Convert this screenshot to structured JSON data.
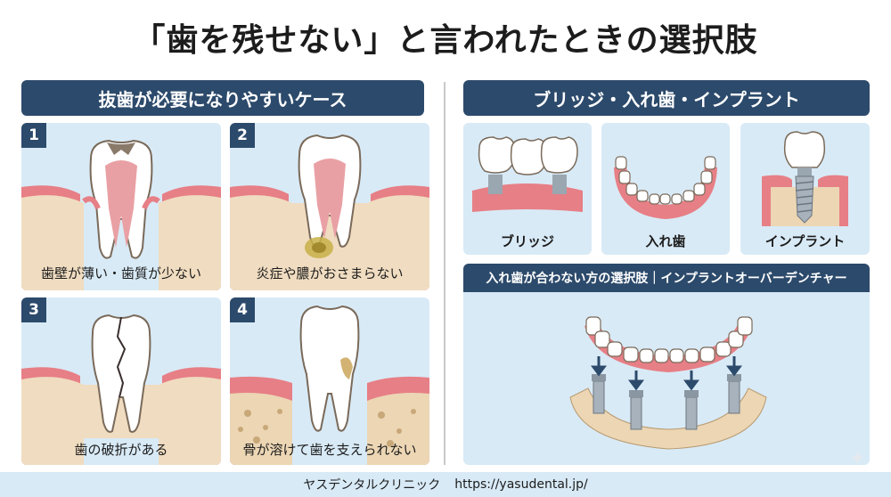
{
  "title": "「歯を残せない」と言われたときの選択肢",
  "left_section": {
    "heading": "抜歯が必要になりやすいケース",
    "cases": [
      {
        "number": "1",
        "caption": "歯壁が薄い・歯質が少ない"
      },
      {
        "number": "2",
        "caption": "炎症や膿がおさまらない"
      },
      {
        "number": "3",
        "caption": "歯の破折がある"
      },
      {
        "number": "4",
        "caption": "骨が溶けて歯を支えられない"
      }
    ]
  },
  "right_section": {
    "heading": "ブリッジ・入れ歯・インプラント",
    "options": [
      {
        "label": "ブリッジ"
      },
      {
        "label": "入れ歯"
      },
      {
        "label": "インプラント"
      }
    ],
    "overdenture": {
      "heading": "入れ歯が合わない方の選択肢｜インプラントオーバーデンチャー"
    }
  },
  "footer": {
    "clinic": "ヤスデンタルクリニック",
    "url": "https://yasudental.jp/"
  },
  "colors": {
    "navy": "#2c4a6b",
    "panel_bg": "#d8eaf6",
    "gum": "#e77f86",
    "bone": "#f0dcc0",
    "pulp": "#e9a0a4"
  }
}
